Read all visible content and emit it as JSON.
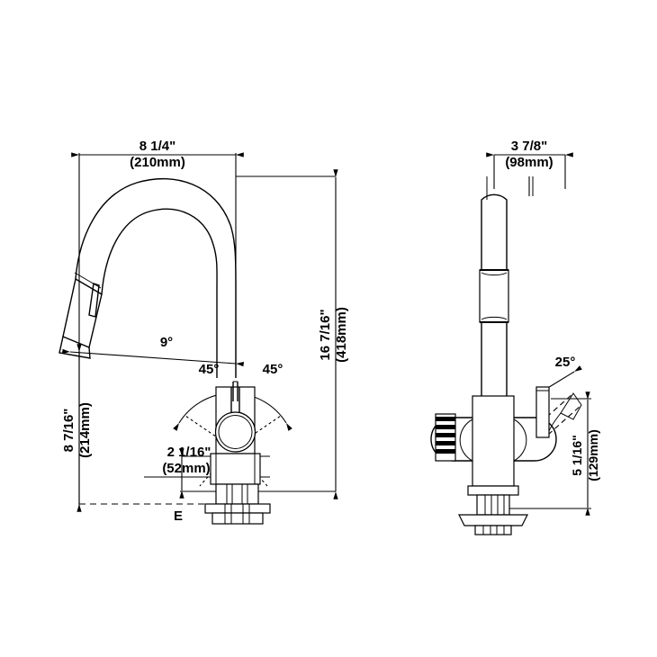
{
  "document": {
    "type": "technical-dimension-drawing",
    "subject": "Pull-down kitchen faucet",
    "background_color": "#ffffff",
    "line_color": "#000000",
    "views": [
      {
        "id": "side-view",
        "label": "side elevation"
      },
      {
        "id": "front-view",
        "label": "front elevation"
      }
    ]
  },
  "side_view": {
    "dimensions": {
      "reach": {
        "imperial": "8 1/4\"",
        "metric": "(210mm)",
        "orientation": "horizontal",
        "position": "top"
      },
      "overall_height": {
        "imperial": "16 7/16\"",
        "metric": "(418mm)",
        "orientation": "vertical",
        "position": "right"
      },
      "spout_height": {
        "imperial": "8 7/16\"",
        "metric": "(214mm)",
        "orientation": "vertical",
        "position": "left"
      },
      "base_depth": {
        "imperial": "2 1/16\"",
        "metric": "(52mm)",
        "orientation": "horizontal",
        "position": "bottom-center"
      }
    },
    "angles": {
      "spray_tilt": "9°",
      "handle_left_swing": "45°",
      "handle_right_swing": "45°"
    }
  },
  "front_view": {
    "dimensions": {
      "width": {
        "imperial": "3 7/8\"",
        "metric": "(98mm)",
        "orientation": "horizontal",
        "position": "top"
      },
      "handle_height": {
        "imperial": "5 1/16\"",
        "metric": "(129mm)",
        "orientation": "vertical",
        "position": "right"
      }
    },
    "angles": {
      "handle_lift": "25°"
    }
  }
}
